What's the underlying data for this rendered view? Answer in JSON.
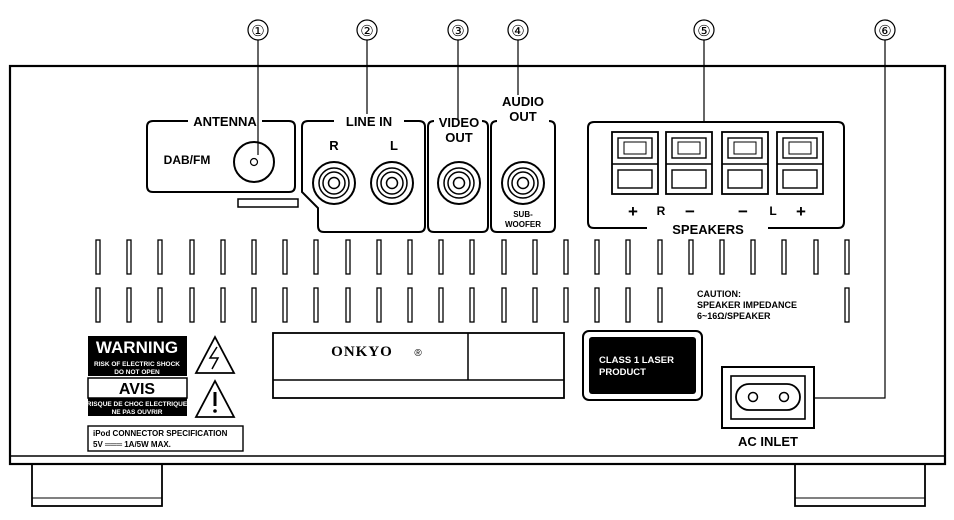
{
  "callouts": [
    "①",
    "②",
    "③",
    "④",
    "⑤",
    "⑥"
  ],
  "antenna": {
    "title": "ANTENNA",
    "label": "DAB/FM"
  },
  "line_in": {
    "title": "LINE IN",
    "right": "R",
    "left": "L"
  },
  "video_out": {
    "line1": "VIDEO",
    "line2": "OUT"
  },
  "audio_out": {
    "line1": "AUDIO",
    "line2": "OUT",
    "sub1": "SUB-",
    "sub2": "WOOFER"
  },
  "speakers": {
    "title": "SPEAKERS",
    "plus": "+",
    "minus": "−",
    "right": "R",
    "left": "L"
  },
  "caution": {
    "line1": "CAUTION:",
    "line2": "SPEAKER IMPEDANCE",
    "line3": "6~16Ω/SPEAKER"
  },
  "warning": {
    "title": "WARNING",
    "line1": "RISK OF ELECTRIC SHOCK",
    "line2": "DO NOT OPEN",
    "avis": "AVIS",
    "line3": "RISQUE DE CHOC ELECTRIQUE",
    "line4": "NE PAS OUVRIR"
  },
  "ipod": {
    "line1": "iPod CONNECTOR SPECIFICATION",
    "line2": "5V ═══ 1A/5W MAX."
  },
  "brand": {
    "name": "ONKYO",
    "mark": "®"
  },
  "laser": {
    "line1": "CLASS 1 LASER",
    "line2": "PRODUCT"
  },
  "ac_inlet": {
    "label": "AC INLET"
  }
}
